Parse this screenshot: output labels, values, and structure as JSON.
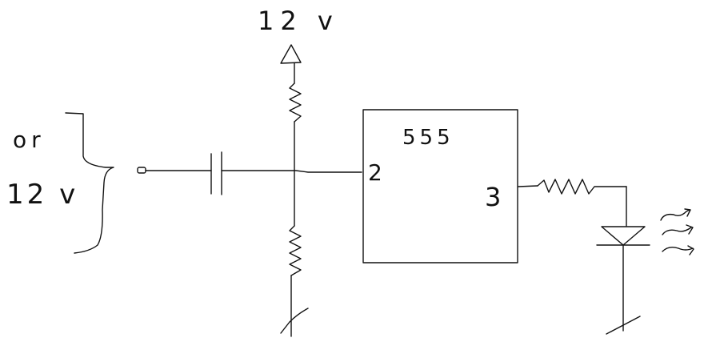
{
  "labels": {
    "supply": "12 v",
    "input_or": "or",
    "input_alt": "12 v",
    "chip_name": "555",
    "pin_trigger": "2",
    "pin_output": "3"
  },
  "colors": {
    "ink": "#111111",
    "background": "#ffffff"
  },
  "components": [
    "vcc-arrow",
    "pullup-resistor",
    "pulldown-resistor",
    "coupling-capacitor",
    "input-terminal",
    "ic-555",
    "output-resistor",
    "led",
    "ground"
  ]
}
